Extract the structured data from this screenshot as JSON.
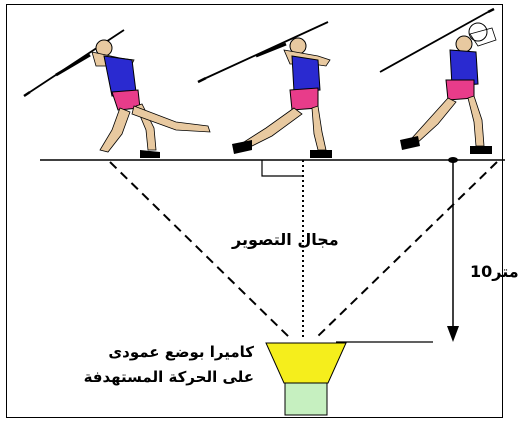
{
  "diagram": {
    "field_of_view_label": "مجال التصوير",
    "distance_label": "10متر",
    "camera_label_line1": "كاميرا بوضع عمودى",
    "camera_label_line2": "على الحركة المستهدفة"
  },
  "colors": {
    "camera_top": "#f5ee1c",
    "camera_body": "#c6f0c0",
    "shirt": "#2a2ad0",
    "shorts": "#e83c8a",
    "skin": "#e8c9a0"
  }
}
